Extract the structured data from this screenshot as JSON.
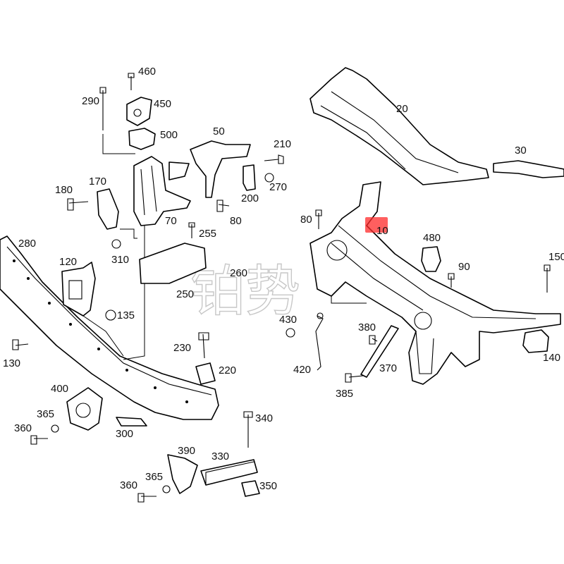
{
  "diagram": {
    "watermark": "铂势",
    "highlight_color": "#ff2a2a",
    "labels": [
      {
        "id": "p460",
        "text": "460"
      },
      {
        "id": "p290",
        "text": "290"
      },
      {
        "id": "p450",
        "text": "450"
      },
      {
        "id": "p500",
        "text": "500"
      },
      {
        "id": "p50",
        "text": "50"
      },
      {
        "id": "p210",
        "text": "210"
      },
      {
        "id": "p200",
        "text": "200"
      },
      {
        "id": "p270",
        "text": "270"
      },
      {
        "id": "p180",
        "text": "180"
      },
      {
        "id": "p170",
        "text": "170"
      },
      {
        "id": "p70",
        "text": "70"
      },
      {
        "id": "p80a",
        "text": "80"
      },
      {
        "id": "p255",
        "text": "255"
      },
      {
        "id": "p310",
        "text": "310"
      },
      {
        "id": "p280",
        "text": "280"
      },
      {
        "id": "p120",
        "text": "120"
      },
      {
        "id": "p260",
        "text": "260"
      },
      {
        "id": "p250",
        "text": "250"
      },
      {
        "id": "p135",
        "text": "135"
      },
      {
        "id": "p230",
        "text": "230"
      },
      {
        "id": "p220",
        "text": "220"
      },
      {
        "id": "p130",
        "text": "130"
      },
      {
        "id": "p400",
        "text": "400"
      },
      {
        "id": "p365a",
        "text": "365"
      },
      {
        "id": "p360a",
        "text": "360"
      },
      {
        "id": "p300",
        "text": "300"
      },
      {
        "id": "p340",
        "text": "340"
      },
      {
        "id": "p390",
        "text": "390"
      },
      {
        "id": "p330",
        "text": "330"
      },
      {
        "id": "p360b",
        "text": "360"
      },
      {
        "id": "p365b",
        "text": "365"
      },
      {
        "id": "p350",
        "text": "350"
      },
      {
        "id": "p20",
        "text": "20"
      },
      {
        "id": "p30",
        "text": "30"
      },
      {
        "id": "p80b",
        "text": "80"
      },
      {
        "id": "p10",
        "text": "10"
      },
      {
        "id": "p480",
        "text": "480"
      },
      {
        "id": "p150",
        "text": "150"
      },
      {
        "id": "p90",
        "text": "90"
      },
      {
        "id": "p430",
        "text": "430"
      },
      {
        "id": "p380",
        "text": "380"
      },
      {
        "id": "p420",
        "text": "420"
      },
      {
        "id": "p370",
        "text": "370"
      },
      {
        "id": "p385",
        "text": "385"
      },
      {
        "id": "p140",
        "text": "140"
      }
    ]
  }
}
